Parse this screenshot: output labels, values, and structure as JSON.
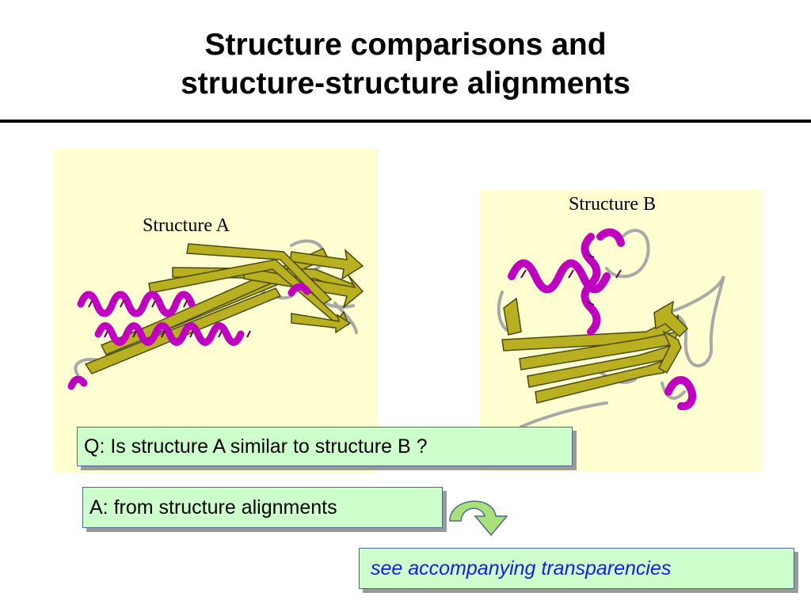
{
  "slide": {
    "title_line1": "Structure comparisons and",
    "title_line2": "structure-structure alignments"
  },
  "structure_a": {
    "label": "Structure A"
  },
  "structure_b": {
    "label": "Structure B"
  },
  "question": "Q: Is structure A similar to structure B ?",
  "answer": "A: from structure alignments",
  "see_also": "see accompanying transparencies",
  "colors": {
    "panel_bg": "#ffffd2",
    "helix": "#c000c0",
    "strand": "#b8b020",
    "loop": "#a8a8a8",
    "box_bg": "#ccffcc",
    "link_text": "#1a1ae6",
    "arrow": "#a8e07a"
  }
}
